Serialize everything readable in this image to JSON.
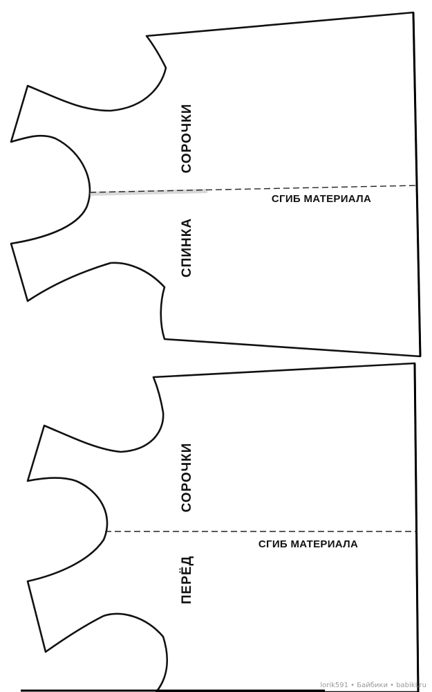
{
  "pieces": [
    {
      "id": "back",
      "labels": {
        "garment": "СОРОЧКИ",
        "piece": "СПИНКА",
        "fold": "СГИБ МАТЕРИАЛА"
      }
    },
    {
      "id": "front",
      "labels": {
        "garment": "СОРОЧКИ",
        "piece": "ПЕРЁД",
        "fold": "СГИБ МАТЕРИАЛА"
      }
    }
  ],
  "watermark": "lorik591 • Байбики • babiki.ru"
}
